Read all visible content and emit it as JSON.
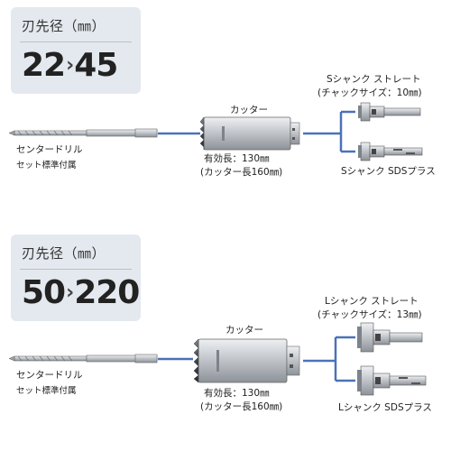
{
  "sections": [
    {
      "spec_label": "刃先径（㎜）",
      "range_min": "22",
      "range_arrow": "›",
      "range_max": "45",
      "center_drill": {
        "title": "センタードリル",
        "note": "セット標準付属"
      },
      "cutter": {
        "title": "カッター",
        "effective_length": "有効長：130㎜",
        "cutter_length": "(カッター長160㎜)"
      },
      "shank_straight": {
        "title": "Sシャンク ストレート",
        "note": "(チャックサイズ：10㎜)"
      },
      "shank_sds": {
        "title": "Sシャンク SDSプラス"
      }
    },
    {
      "spec_label": "刃先径（㎜）",
      "range_min": "50",
      "range_arrow": "›",
      "range_max": "220",
      "center_drill": {
        "title": "センタードリル",
        "note": "セット標準付属"
      },
      "cutter": {
        "title": "カッター",
        "effective_length": "有効長：130㎜",
        "cutter_length": "(カッター長160㎜)"
      },
      "shank_straight": {
        "title": "Lシャンク ストレート",
        "note": "(チャックサイズ：13㎜)"
      },
      "shank_sds": {
        "title": "Lシャンク SDSプラス"
      }
    }
  ],
  "colors": {
    "connector": "#4a72b8",
    "spec_box_bg": "#e4e9ef",
    "metal": "#b9bdc3"
  }
}
